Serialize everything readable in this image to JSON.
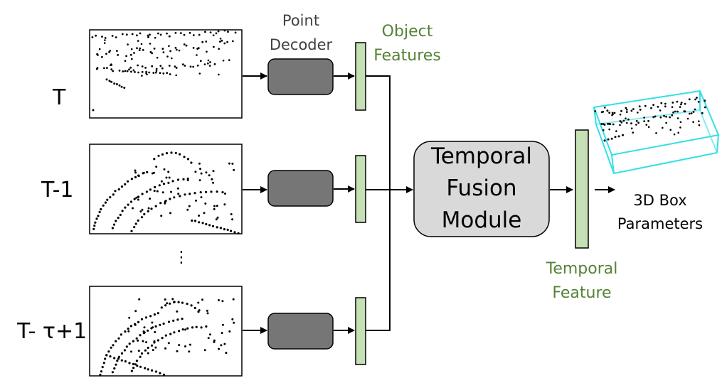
{
  "frames": [
    {
      "label": "T"
    },
    {
      "label": "T-1"
    },
    {
      "label": "T- τ+1"
    }
  ],
  "ellipsis": "⋮",
  "point_decoder_label": "Point\nDecoder",
  "object_features_label": "Object\nFeatures",
  "temporal_fusion_label": "Temporal\nFusion\nModule",
  "temporal_feature_label": "Temporal\nFeature",
  "output_label": "3D Box\nParameters",
  "colors": {
    "decoder_fill": "#767676",
    "feature_fill": "#c5e0b4",
    "fusion_fill": "#d9d9d9",
    "green_text": "#548235",
    "box_outline": "#33e0e6"
  }
}
